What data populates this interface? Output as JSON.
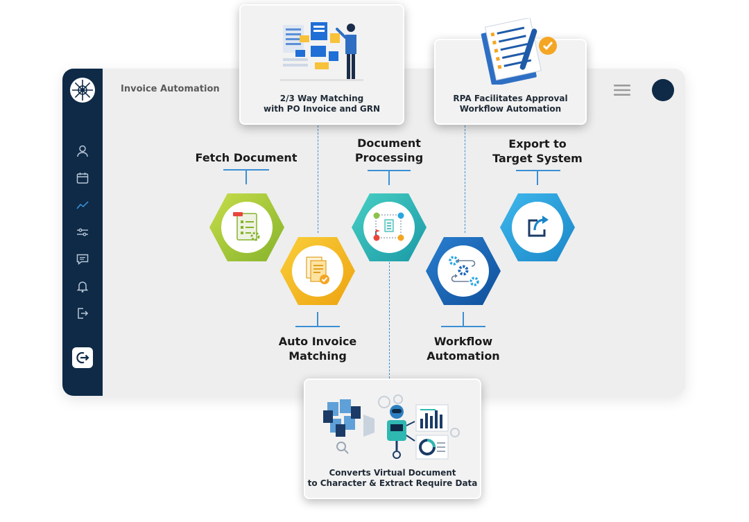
{
  "app": {
    "title": "Invoice Automation",
    "sidebar_icons": [
      "user-icon",
      "calendar-icon",
      "chart-line-icon",
      "sliders-icon",
      "chat-icon",
      "bell-icon",
      "exit-icon"
    ],
    "active_icon": "chart-line-icon",
    "logout_icon": "logout-icon"
  },
  "callouts": {
    "matching": {
      "line1": "2/3 Way Matching",
      "line2": "with PO Invoice and GRN"
    },
    "approval": {
      "line1": "RPA Facilitates Approval",
      "line2": "Workflow Automation"
    },
    "ocr": {
      "line1": "Converts Virtual Document",
      "line2": "to Character & Extract Require Data"
    }
  },
  "steps": {
    "fetch": {
      "line1": "Fetch Document",
      "icon": "clipboard-gear-icon",
      "color": "#a6c93a"
    },
    "auto_match": {
      "line1": "Auto Invoice",
      "line2": "Matching",
      "icon": "documents-check-icon",
      "color": "#f3b81d"
    },
    "processing": {
      "line1": "Document",
      "line2": "Processing",
      "icon": "process-flow-icon",
      "color": "#2fb8b2"
    },
    "workflow": {
      "line1": "Workflow",
      "line2": "Automation",
      "icon": "gears-cycle-icon",
      "color": "#1d66b8"
    },
    "export": {
      "line1": "Export to",
      "line2": "Target System",
      "icon": "share-out-icon",
      "color": "#29a6e0"
    }
  },
  "colors": {
    "sidebar": "#0e2a47",
    "connector": "#3a8fd4",
    "window": "#eeeeee"
  }
}
